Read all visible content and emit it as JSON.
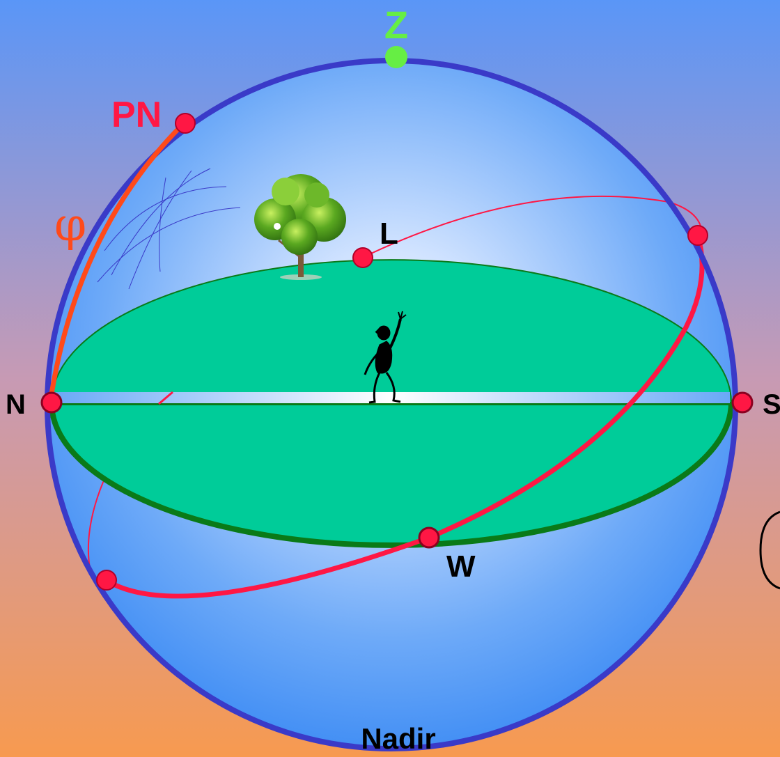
{
  "labels": {
    "zenith": "Z",
    "north_pole": "PN",
    "latitude": "φ",
    "point_l": "L",
    "north": "N",
    "south": "S",
    "west": "W",
    "nadir": "Nadir"
  },
  "colors": {
    "background_top": "#5a96f7",
    "background_bottom": "#f79a50",
    "sphere_outline": "#3a3ac8",
    "sphere_center": "#ffffff",
    "sphere_edge": "#3e8cf4",
    "horizon_fill": "#00cc99",
    "horizon_rim": "#0a7a18",
    "equator_line": "#ff1744",
    "latitude_arc": "#ff4a1a",
    "zenith_point": "#66ee44",
    "point_fill": "#ff1744",
    "label_dark": "#000000",
    "label_red": "#ff1744"
  }
}
